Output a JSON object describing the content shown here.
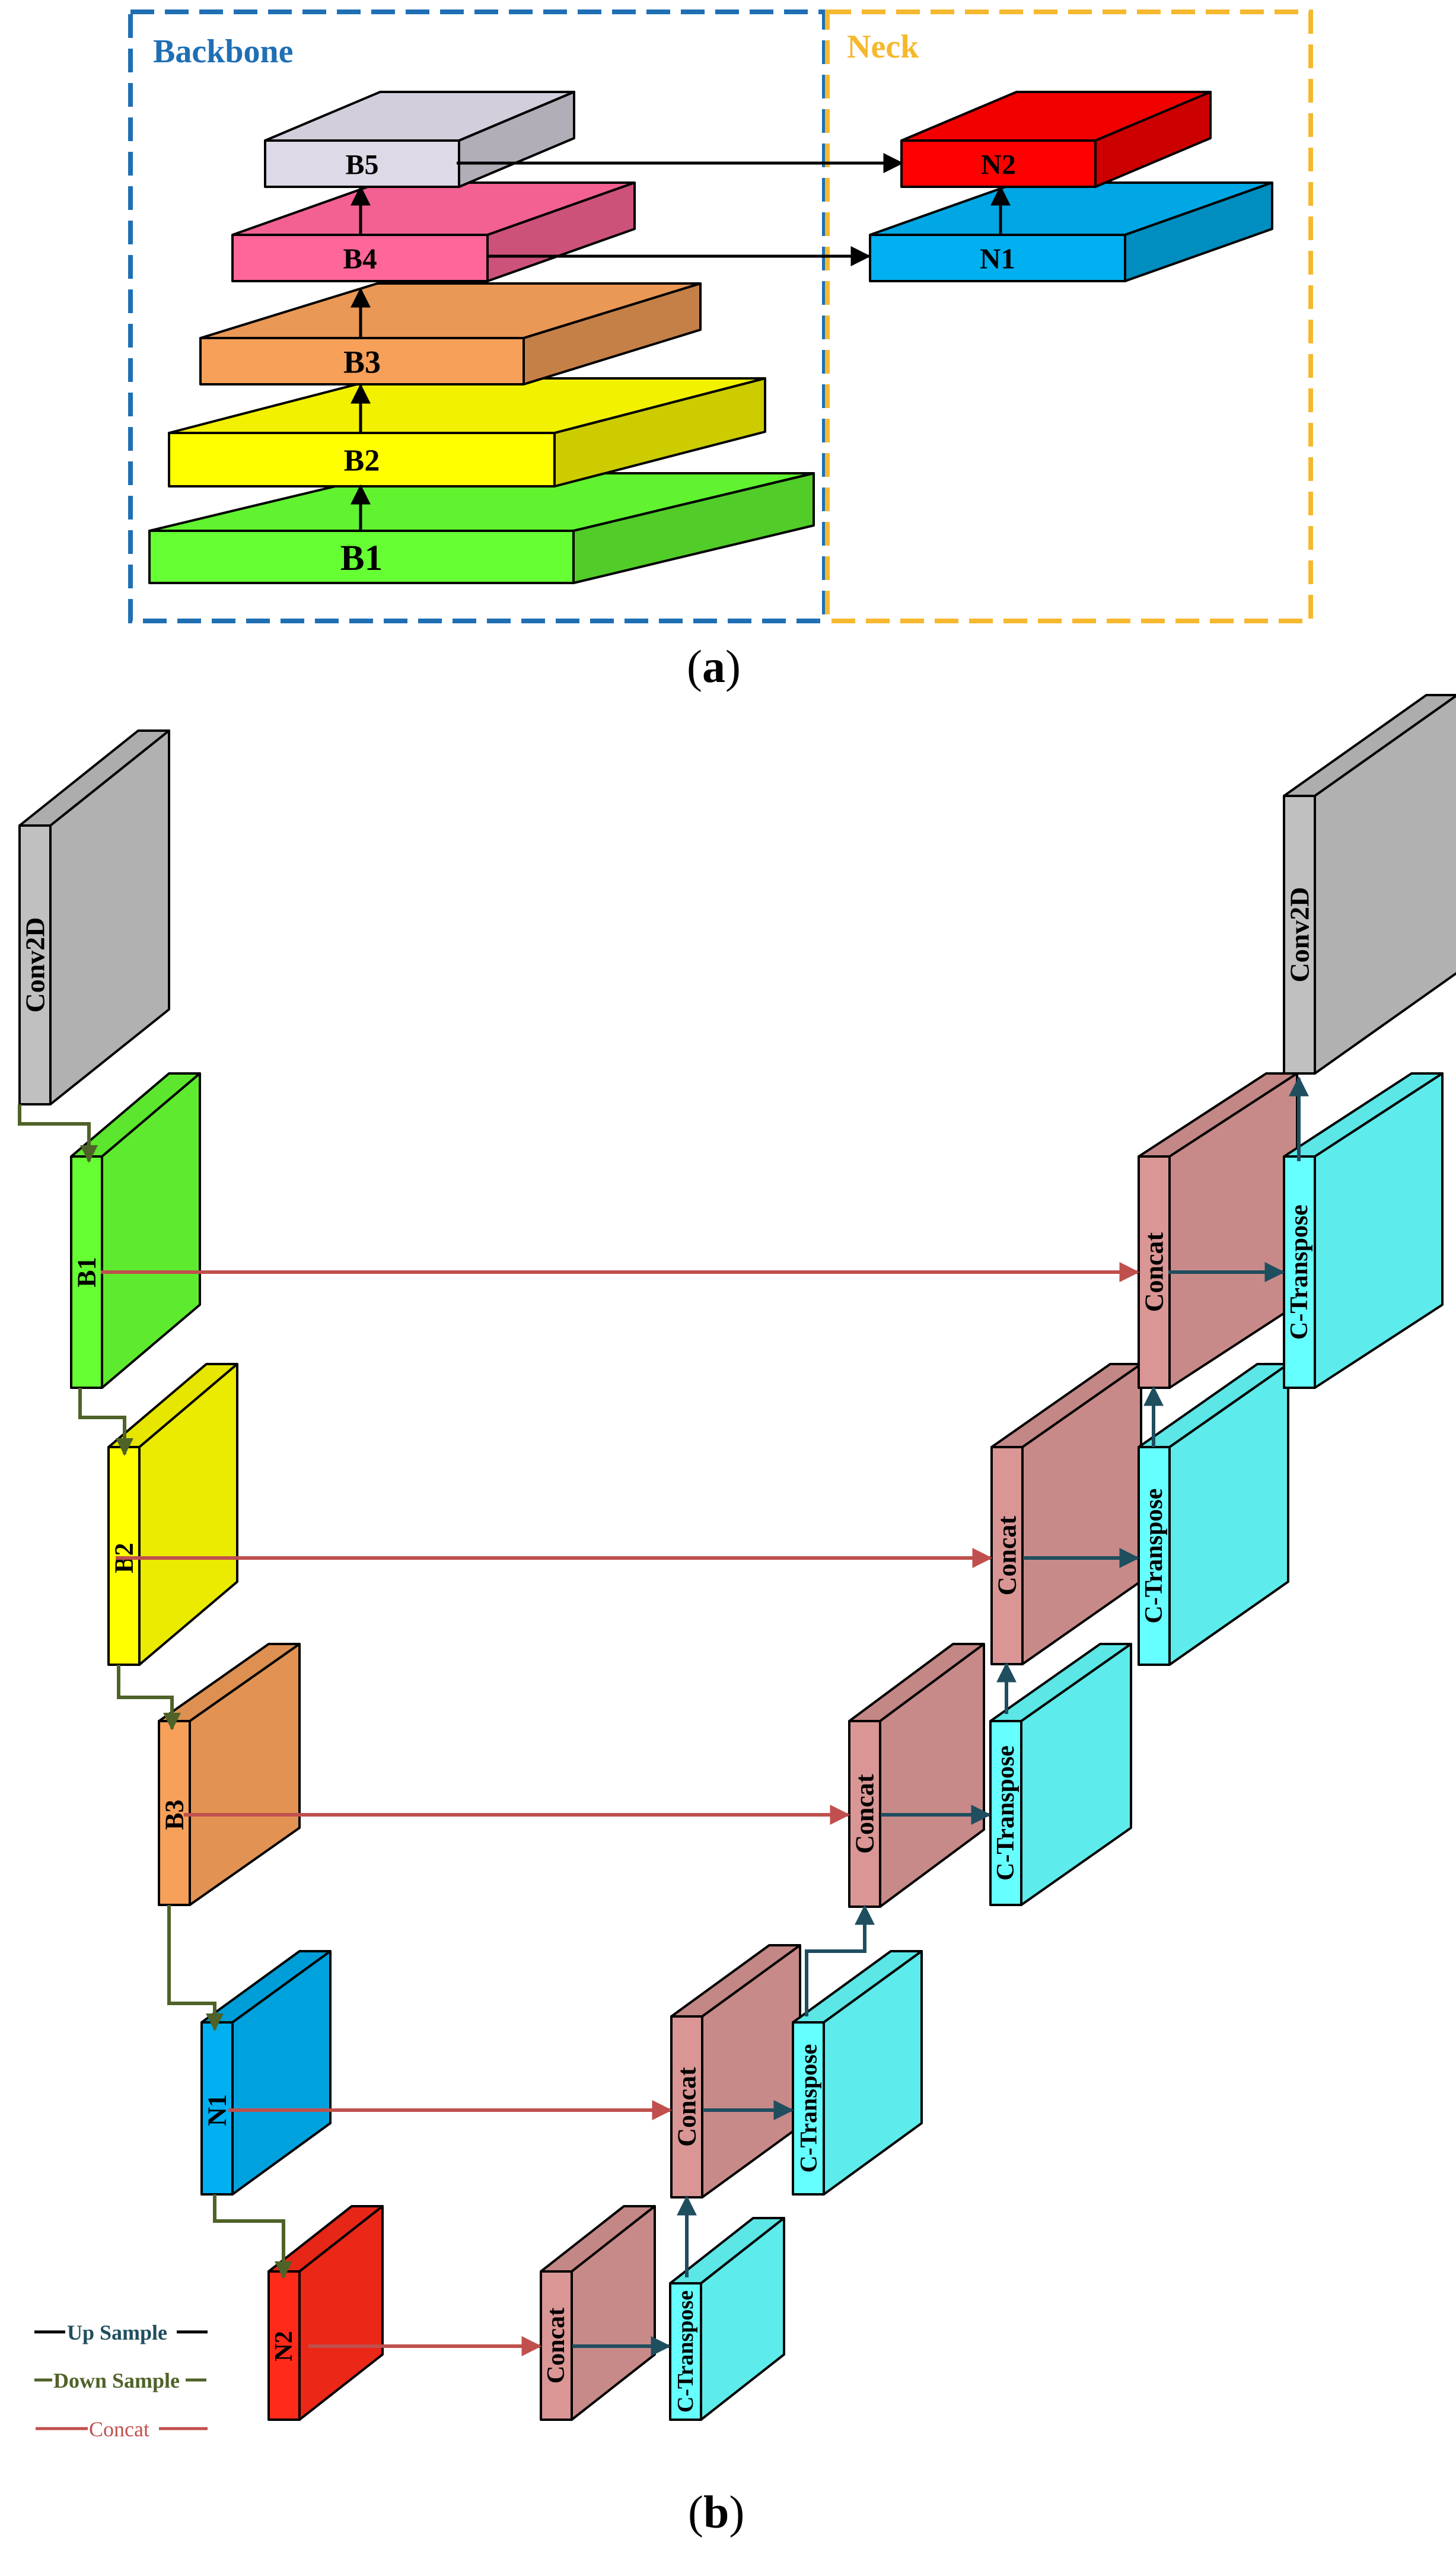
{
  "panel_a": {
    "caption_letter": "a",
    "backbone_label": "Backbone",
    "neck_label": "Neck",
    "backbone_color": "#1f6fb4",
    "neck_color": "#f5b82e",
    "blocks": [
      {
        "id": "b1",
        "label": "B1",
        "color": "#66ff33"
      },
      {
        "id": "b2",
        "label": "B2",
        "color": "#ffff00"
      },
      {
        "id": "b3",
        "label": "B3",
        "color": "#f6a05a"
      },
      {
        "id": "b4",
        "label": "B4",
        "color": "#ff6699"
      },
      {
        "id": "b5",
        "label": "B5",
        "color": "#ddd9e6"
      },
      {
        "id": "n1",
        "label": "N1",
        "color": "#00b0f0"
      },
      {
        "id": "n2",
        "label": "N2",
        "color": "#ff0000"
      }
    ]
  },
  "panel_b": {
    "caption_letter": "b",
    "encoder": [
      {
        "id": "conv-in",
        "label": "Conv2D",
        "color": "#c0c0c0"
      },
      {
        "id": "b1",
        "label": "B1",
        "color": "#66ff33"
      },
      {
        "id": "b2",
        "label": "B2",
        "color": "#ffff00"
      },
      {
        "id": "b3",
        "label": "B3",
        "color": "#f6a05a"
      },
      {
        "id": "n1",
        "label": "N1",
        "color": "#00b0f0"
      },
      {
        "id": "n2",
        "label": "N2",
        "color": "#ff2a1a"
      }
    ],
    "decoder": {
      "concat_label": "Concat",
      "concat_color": "#d99694",
      "transpose_label": "C-Transpose",
      "transpose_color": "#66ffff",
      "out_label": "Conv2D",
      "out_color": "#c0c0c0"
    },
    "legend": [
      {
        "label": "Up Sample",
        "color": "#1f4e5f"
      },
      {
        "label": "Down Sample",
        "color": "#4f6228"
      },
      {
        "label": "Concat",
        "color": "#c0504d"
      }
    ]
  }
}
